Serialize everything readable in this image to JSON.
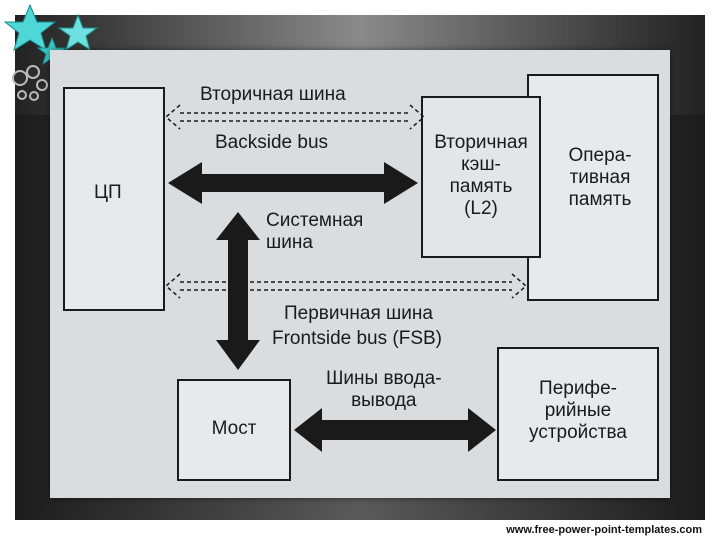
{
  "diagram": {
    "secondary_bus_label": "Вторичная шина",
    "backside_bus_label": "Backside bus",
    "cpu_label": "ЦП",
    "system_bus_label": "Системная\nшина",
    "l2_cache_label": "Вторичная\nкэш-\nпамять\n(L2)",
    "ram_label": "Опера-\nтивная\nпамять",
    "primary_bus_label": "Первичная шина",
    "fsb_label": "Frontside bus (FSB)",
    "io_bus_label": "Шины ввода-\nвывода",
    "bridge_label": "Мост",
    "peripherals_label": "Перифе-\nрийные\nустройства"
  },
  "footer": {
    "url": "www.free-power-point-templates.com"
  },
  "colors": {
    "paper": "#d9dde0",
    "ink": "#1a1a1a",
    "accent": "#3cc8c8"
  }
}
